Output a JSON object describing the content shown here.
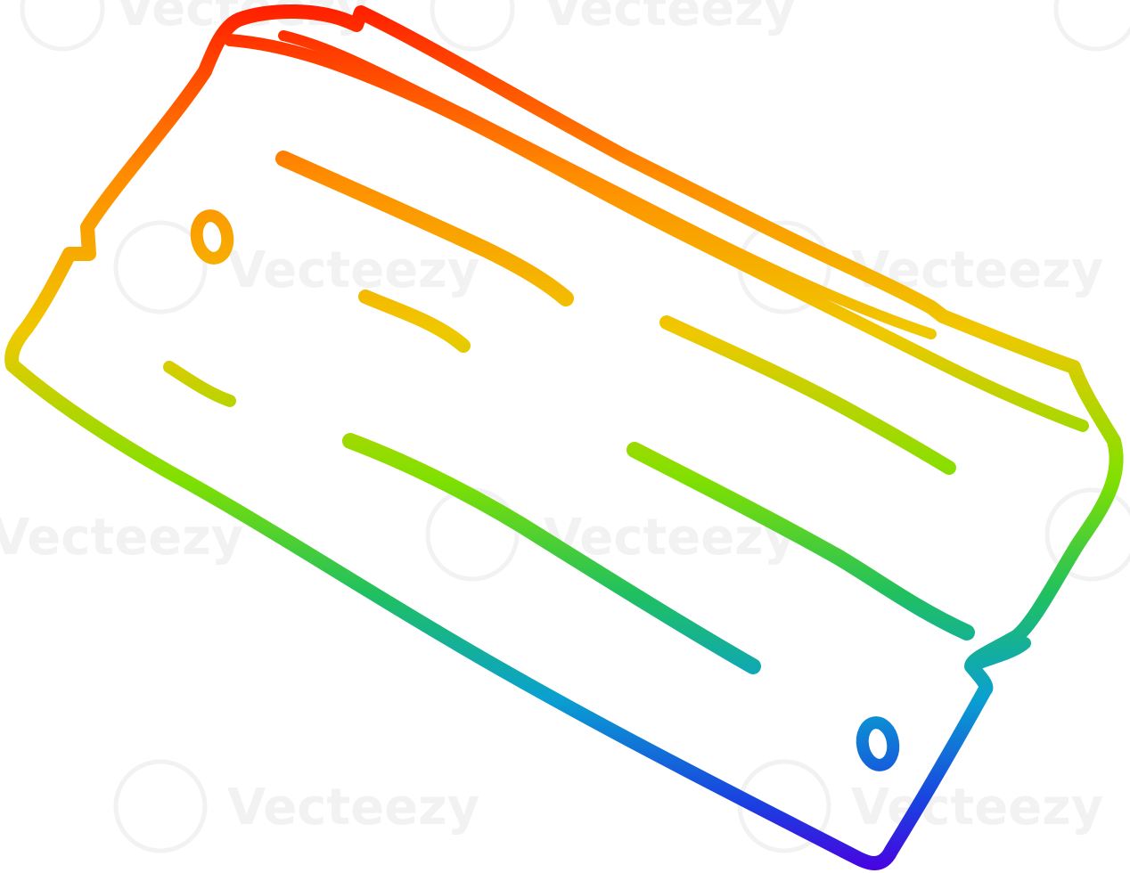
{
  "image": {
    "subject": "plank-drawing",
    "gradient_colors": [
      "#ff1a00",
      "#ff8c00",
      "#f0c800",
      "#80e000",
      "#20c060",
      "#0aa0d0",
      "#1a40e0",
      "#4b00e0"
    ],
    "background": "#ffffff"
  },
  "watermark": {
    "brand": "Vecteezy",
    "repeat_text": "Vecteezy",
    "color": "#f2f2f2"
  }
}
